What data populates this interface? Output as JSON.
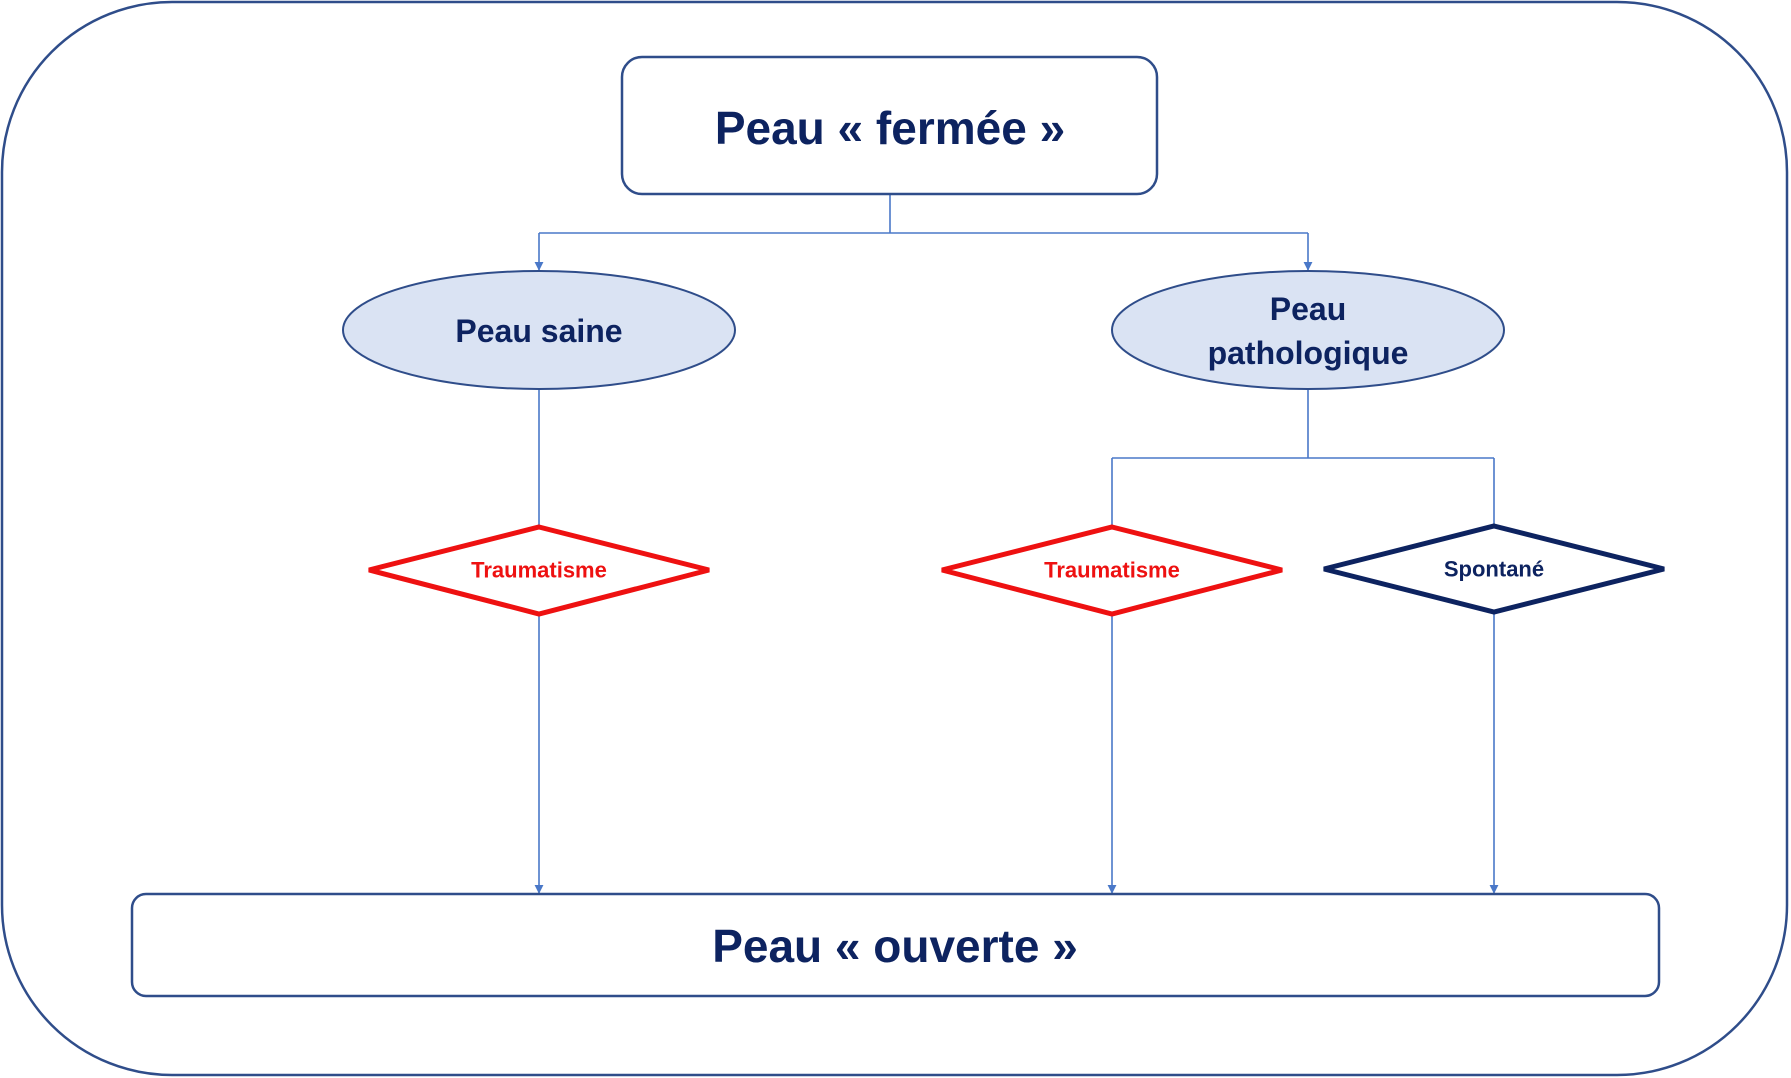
{
  "top_box": {
    "label": "Peau « fermée »"
  },
  "left_ellipse": {
    "label": "Peau saine"
  },
  "right_ellipse": {
    "line1": "Peau",
    "line2": "pathologique"
  },
  "diamond_left": {
    "label": "Traumatisme"
  },
  "diamond_middle": {
    "label": "Traumatisme"
  },
  "diamond_right": {
    "label": "Spontané"
  },
  "bottom_box": {
    "label": "Peau « ouverte »"
  },
  "colors": {
    "navy_text": "#0d2360",
    "frame_stroke": "#2f4d8a",
    "connector": "#4a78c8",
    "ellipse_fill": "#dae3f3",
    "trauma_red": "#ee1111",
    "spontane_navy": "#0d2360"
  }
}
